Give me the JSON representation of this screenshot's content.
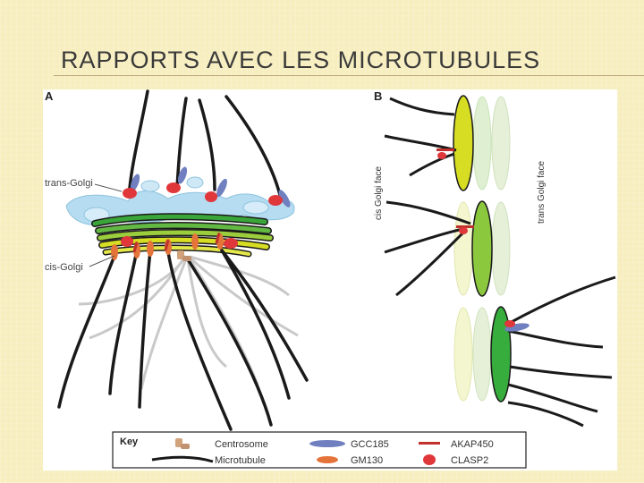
{
  "slide": {
    "title": "RAPPORTS AVEC LES MICROTUBULES"
  },
  "panel_a": {
    "letter": "A",
    "trans_label": "trans-Golgi",
    "cis_label": "cis-Golgi"
  },
  "panel_b": {
    "letter": "B",
    "cis_face": "cis Golgi face",
    "trans_face": "trans Golgi face"
  },
  "key": {
    "title": "Key",
    "centrosome": "Centrosome",
    "microtubule": "Microtubule",
    "gcc185": "GCC185",
    "gm130": "GM130",
    "akap450": "AKAP450",
    "clasp2": "CLASP2"
  },
  "colors": {
    "background": "#f7eebf",
    "gcc185": "#6f7fc0",
    "gm130": "#e4743a",
    "akap450": "#c0302c",
    "clasp2": "#e0373a",
    "microtubule": "#1a1a1a",
    "trans_golgi": "#a9d8ef",
    "cisterna_green": "#2e9a2e",
    "cisterna_yellow": "#d6dd22"
  }
}
